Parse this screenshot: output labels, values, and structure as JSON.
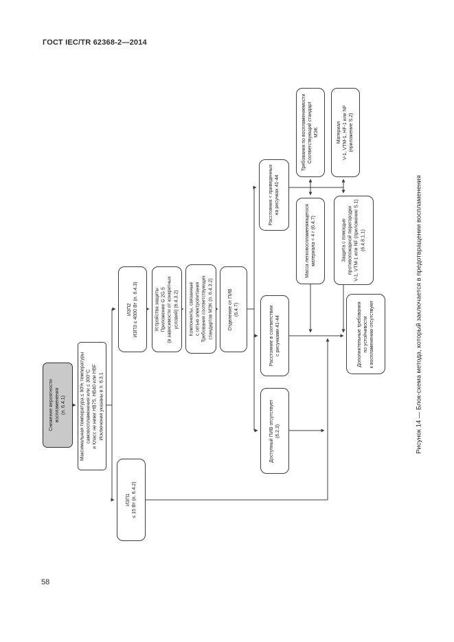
{
  "document": {
    "header": "ГОСТ IEC/TR 62368-2—2014",
    "page_number": "58"
  },
  "figure": {
    "caption": "Рисунок 14 — Блок-схема метода, который заключается в предотвращении воспламенения"
  },
  "colors": {
    "line": "#3c3c3c",
    "start_box_fill": "#c9c9c9",
    "text": "#1c1c1c"
  },
  "flowchart": {
    "boxes": {
      "start": {
        "text": "Снижение вероятности\nвоспламенения\n(п. 6.4.1)"
      },
      "maxtemp": {
        "text": "Максимальная температура ≤ 90% температуры\nсамовоспламенения или ≤ 300°С\nи Класс не ниже HB75, HB40 или HBF\nИсключения указаны в п. 6.3.1"
      },
      "izp1": {
        "text": "ИЗП1\n≤ 15 Вт (п. 6.4.2)"
      },
      "izp2": {
        "text": "ИЗП2\nИЗП3 ≤ 4000 Вт (п. 6.4.3)"
      },
      "protection": {
        "text": "Устройства защиты\nПриложение G 2G.5\n(в зависимости от конкретных\nусловий) (6.4.3.2)"
      },
      "components": {
        "text": "Компоненты, связанные\nс сетью электропитания\nТребования соответствующих\nстандартов МЭК (п. 6.4.3.2)"
      },
      "separation": {
        "text": "Отделение от ПИВ\n(6.4.7)"
      },
      "dist_less": {
        "text": "Расстояния < приведенных\nна рисунках 41-44"
      },
      "flamm": {
        "text": "Требования по воспламеняемости\nСоответствующий стандарт\nМЭК"
      },
      "material": {
        "text": "Материал\nV-1, VTM-1, HF-1 или NF\n(приложение S.2)"
      },
      "mass": {
        "text": "Масса легковоспламеняющегося\nматериала < 4 г (6.4.7)"
      },
      "barrier": {
        "text": "Защита с помощью\nпротивопожарной перегородки\nV-1, VTM-1 или NF (приложение S.1)\n(6.4.8.1.1)"
      },
      "dist_acc": {
        "text": "Расстояние в соответствии\nс рисунками 41-44"
      },
      "no_piv": {
        "text": "Доступный ПИВ отсутствует\n(6.2.3)"
      },
      "no_add": {
        "text": "Дополнительные требования\nпо устойчивости\nк воспламенению отсутствуют"
      }
    }
  }
}
